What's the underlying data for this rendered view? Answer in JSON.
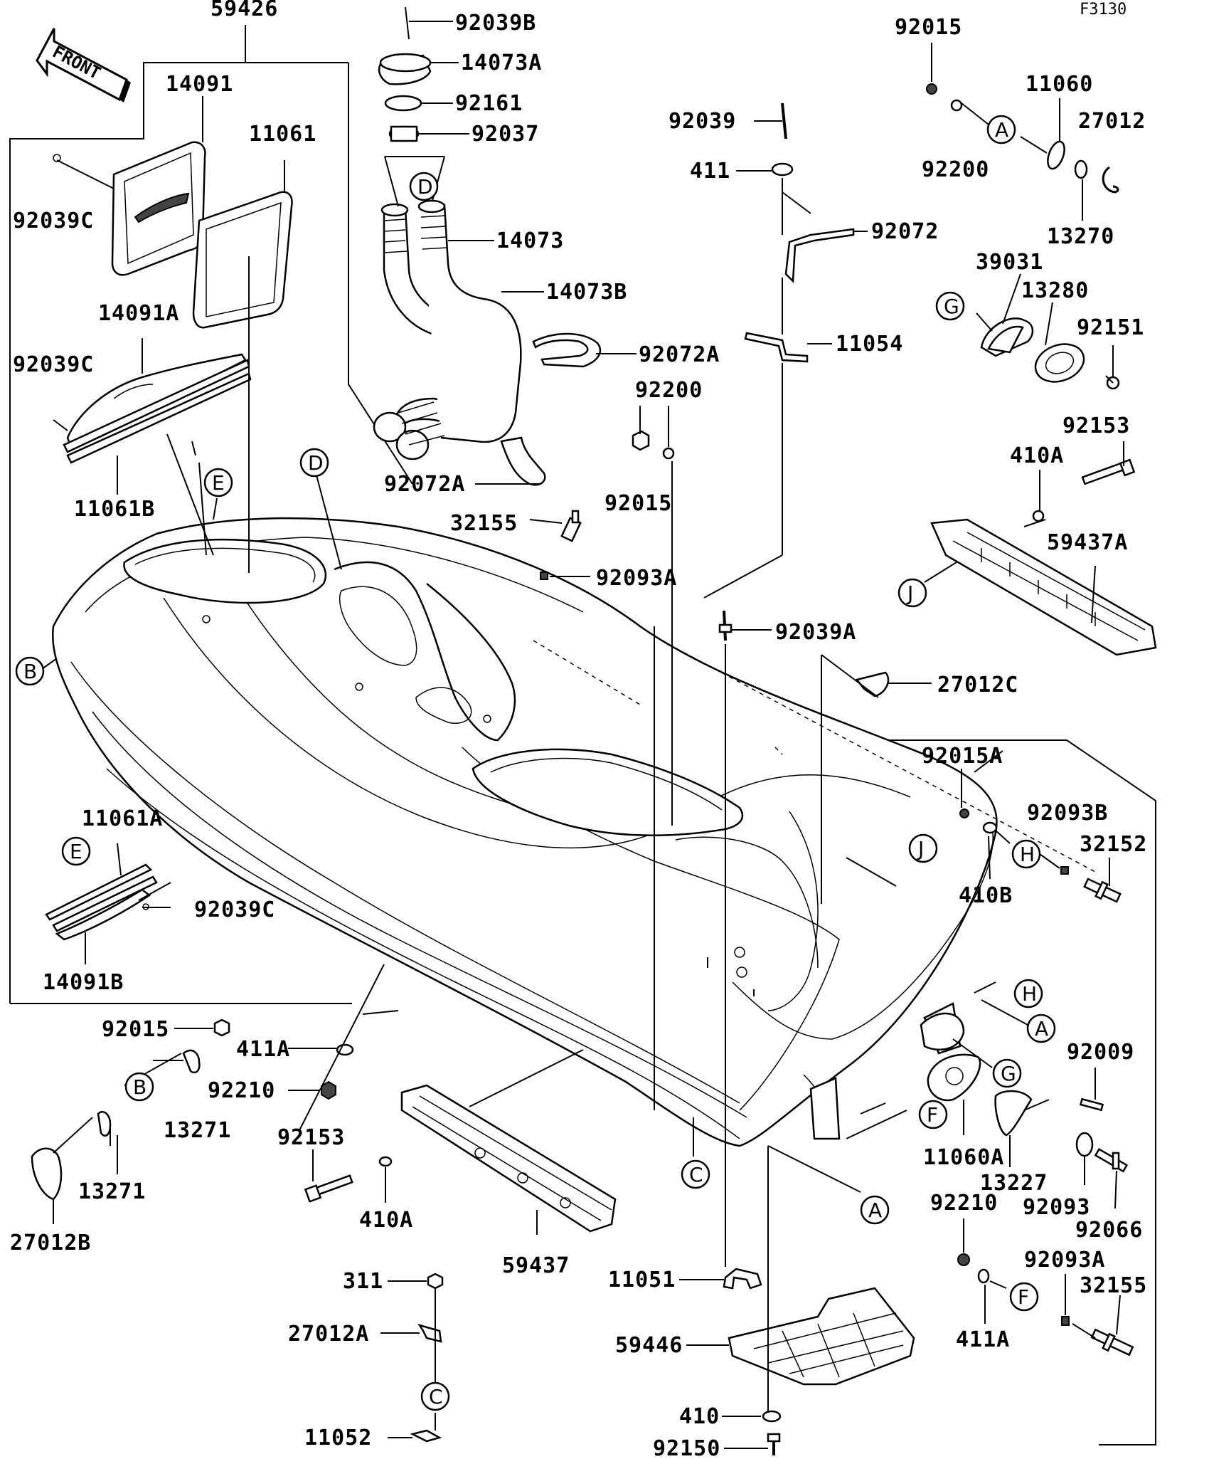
{
  "diagram_code": "F3130",
  "front_arrow": "FRONT",
  "labels": {
    "p59426": "59426",
    "p92039B": "92039B",
    "p14073A": "14073A",
    "p92161": "92161",
    "p92037": "92037",
    "p14073": "14073",
    "p14073B": "14073B",
    "p92072A": "92072A",
    "p92072A_b": "92072A",
    "p14091": "14091",
    "p11061": "11061",
    "p92039C_a": "92039C",
    "p14091A": "14091A",
    "p92039C_b": "92039C",
    "p11061B": "11061B",
    "p92015_top": "92015",
    "p11060": "11060",
    "p27012": "27012",
    "p92200_top": "92200",
    "p13270": "13270",
    "p92039": "92039",
    "p411": "411",
    "p92072": "92072",
    "p11054": "11054",
    "p39031": "39031",
    "p13280": "13280",
    "p92151": "92151",
    "p92200_mid": "92200",
    "p92015_mid": "92015",
    "p32155_top": "32155",
    "p92093A_top": "92093A",
    "p92153_right": "92153",
    "p410A_right": "410A",
    "p59437A": "59437A",
    "p92039A": "92039A",
    "p27012C": "27012C",
    "p92015A": "92015A",
    "p92093B": "92093B",
    "p32152": "32152",
    "p410B": "410B",
    "p11061A": "11061A",
    "p92039C_c": "92039C",
    "p14091B": "14091B",
    "p92015_left": "92015",
    "p411A_mid": "411A",
    "p92210_mid": "92210",
    "p13271_a": "13271",
    "p13271_b": "13271",
    "p27012B": "27012B",
    "p92153_left": "92153",
    "p410A_left": "410A",
    "p59437": "59437",
    "p92009": "92009",
    "p11060A": "11060A",
    "p13227": "13227",
    "p92093": "92093",
    "p92066": "92066",
    "p92210_right": "92210",
    "p92093A_bot": "92093A",
    "p32155_bot": "32155",
    "p411A_bot": "411A",
    "p311": "311",
    "p27012A": "27012A",
    "p11052": "11052",
    "p11051": "11051",
    "p59446": "59446",
    "p410": "410",
    "p92150": "92150"
  },
  "callouts": {
    "A1": "A",
    "A2": "A",
    "A3": "A",
    "B1": "B",
    "B2": "B",
    "C1": "C",
    "C2": "C",
    "D1": "D",
    "D2": "D",
    "E1": "E",
    "E2": "E",
    "F1": "F",
    "F2": "F",
    "G1": "G",
    "G2": "G",
    "H1": "H",
    "H2": "H",
    "J1": "J",
    "J2": "J"
  }
}
